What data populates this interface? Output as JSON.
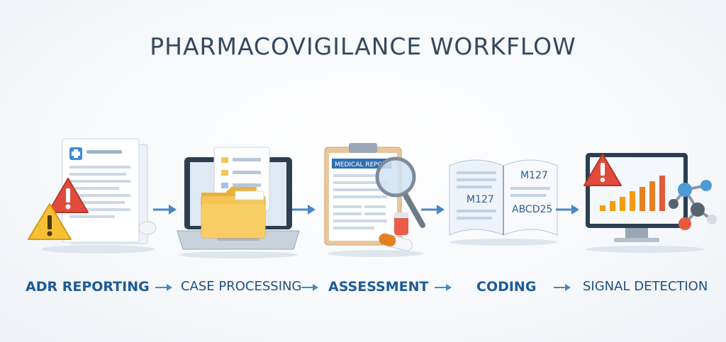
{
  "title": "PHARMACOVIGILANCE WORKFLOW",
  "steps": [
    {
      "label": "ADR REPORTING",
      "icon": "warning-document-icon"
    },
    {
      "label": "CASE PROCESSING",
      "icon": "laptop-folder-icon"
    },
    {
      "label": "ASSESSMENT",
      "icon": "clipboard-magnifier-icon"
    },
    {
      "label": "CODING",
      "icon": "open-book-icon"
    },
    {
      "label": "SIGNAL DETECTION",
      "icon": "monitor-chart-icon"
    }
  ],
  "icon_text": {
    "medical_report": "MEDICAL REPORT",
    "book_code_left": "M127",
    "book_code_right": "M127",
    "book_code_bottom": "ABCD25"
  },
  "colors": {
    "title": "#34495e",
    "label": "#1d5b99",
    "arrow": "#4a86c5",
    "warning": "#e74c3c",
    "warning_yellow": "#f5c033",
    "folder": "#f6c453"
  }
}
